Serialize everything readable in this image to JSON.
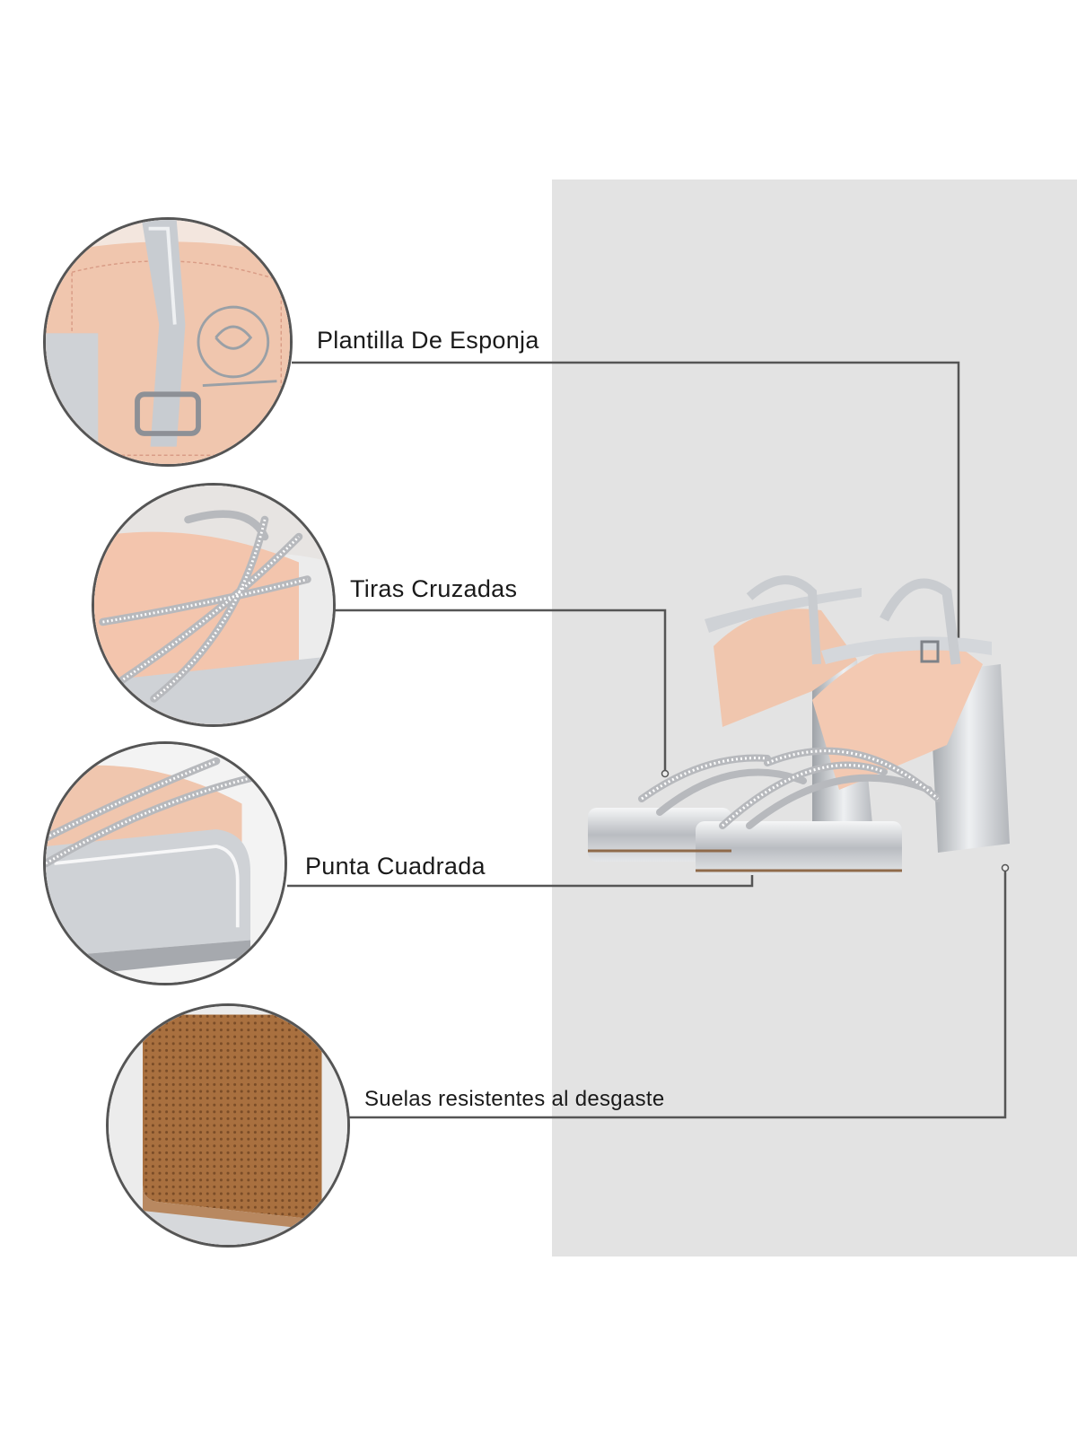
{
  "features": [
    {
      "id": "insole",
      "label": "Plantilla De Esponja"
    },
    {
      "id": "straps",
      "label": "Tiras Cruzadas"
    },
    {
      "id": "toe",
      "label": "Punta Cuadrada"
    },
    {
      "id": "sole",
      "label": "Suelas resistentes al desgaste"
    }
  ],
  "colors": {
    "panel": "#e3e3e3",
    "line": "#555555",
    "silver": "#c9ccd0",
    "pink": "#f0c9b4",
    "sole_tan": "#a9703f"
  }
}
